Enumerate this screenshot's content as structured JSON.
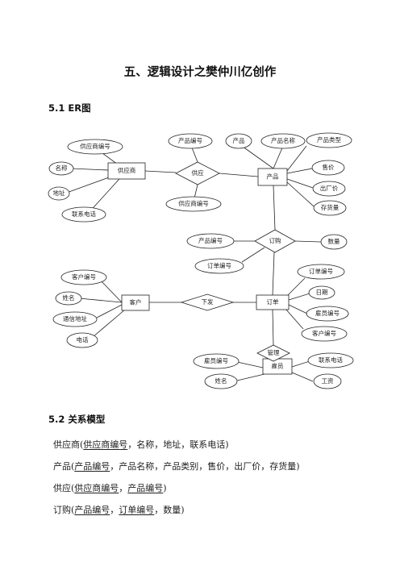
{
  "chapter_title": "五、逻辑设计之樊仲川亿创作",
  "sections": {
    "er": "5.1 ER图",
    "relational": "5.2 关系模型"
  },
  "er_diagram": {
    "entities": {
      "supplier": "供应商",
      "product": "产品",
      "customer": "客户",
      "order": "订单",
      "employee": "雇员"
    },
    "relationships": {
      "supply": "供应",
      "order_rel": "订购",
      "place": "下发",
      "manage": "管理"
    },
    "attributes": {
      "supplier_id": "供应商编号",
      "supplier_name": "名称",
      "supplier_address": "地址",
      "supplier_phone": "联系电话",
      "supply_product_id": "产品编号",
      "supply_supplier_id": "供应商编号",
      "product_p": "产品",
      "product_name": "产品名称",
      "product_type": "产品类型",
      "product_price": "售价",
      "product_factory_price": "出厂价",
      "product_stock": "存货量",
      "order_product_id": "产品编号",
      "order_quantity": "数量",
      "order_order_id": "订单编号",
      "customer_id": "客户编号",
      "customer_name": "姓名",
      "customer_address": "通信地址",
      "customer_phone": "电话",
      "ord_id": "订单编号",
      "ord_date": "日期",
      "ord_employee_id": "雇员编号",
      "ord_customer_id": "客户编号",
      "employee_id": "雇员编号",
      "employee_name": "姓名",
      "employee_phone": "联系电话",
      "employee_salary": "工资"
    }
  },
  "relational_model": [
    {
      "name": "供应商",
      "open": "(",
      "keys": [
        "供应商编号"
      ],
      "rest": "，名称，地址，联系电话)"
    },
    {
      "name": "产品",
      "open": "(",
      "keys": [
        "产品编号"
      ],
      "rest": "，产品名称，产品类别，售价，出厂价，存货量)"
    },
    {
      "name": "供应",
      "open": "(",
      "keys": [
        "供应商编号",
        "产品编号"
      ],
      "rest": ")"
    },
    {
      "name": "订购",
      "open": "(",
      "keys": [
        "产品编号",
        "订单编号"
      ],
      "rest": "，数量)"
    }
  ]
}
